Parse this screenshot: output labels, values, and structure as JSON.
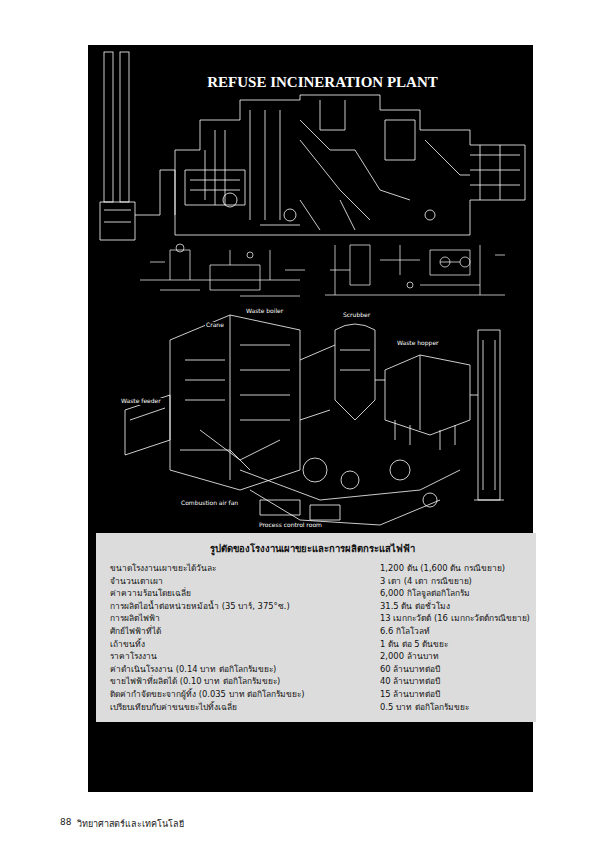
{
  "diagram": {
    "title": "REFUSE INCINERATION PLANT",
    "nodes": [
      {
        "text": [
          "รูปตัดของโรงงานเผาขยะและการผลิตกระแสไฟฟ้า"
        ]
      }
    ],
    "labels": [
      "ขนาดโรงงานเผาขยะได้วันละ",
      "1,200 ตัน (1,600 ตัน กรณีขยาย)",
      "จำนวนเตาเผา",
      "3 เตา (4 เตา กรณีขยาย)",
      "ค่าความร้อนโดยเฉลี่ย",
      "6,000 กิโลจูลต่อกิโลกรัม",
      "การผลิตไอน้ำต่อหน่วยหม้อน้ำ (35 บาร์, 375°ซ.)",
      "31.5 ตัน ต่อชั่วโมง",
      "การผลิตไฟฟ้า",
      "13 เมกกะวัตต์ (16 เมกกะวัตต์กรณีขยาย)",
      "ศักย์ไฟฟ้าที่ได้",
      "6.6 กิโลโวลท์",
      "เถ้าขนทิ้ง",
      "1 ตัน ต่อ 5 ตันขยะ",
      "ราคาโรงงาน",
      "2,000 ล้านบาท",
      "ค่าดำเนินโรงงาน (0.14 บาท ต่อกิโลกรัมขยะ)",
      "60 ล้านบาทต่อปี",
      "ขายไฟฟ้าที่ผลิตได้ (0.10 บาท ต่อกิโลกรัมขยะ)",
      "40 ล้านบาทต่อปี",
      "ติดค่ากำจัดขยะจากผู้ทิ้ง (0.035 บาท ต่อกิโลกรัมขยะ)",
      "15 ล้านบาทต่อปี",
      "เปรียบเทียบกับค่าขนขยะไปทิ้งเฉลี่ย",
      "0.5 บาท ต่อกิโลกรัมขยะ",
      "Waste boiler",
      "Scrubber",
      "Waste hopper",
      "Waste feeder",
      "Combustion air fan",
      "Process control room",
      "Crane",
      "88",
      "วิทยาศาสตร์และเทคโนโลยี"
    ]
  }
}
